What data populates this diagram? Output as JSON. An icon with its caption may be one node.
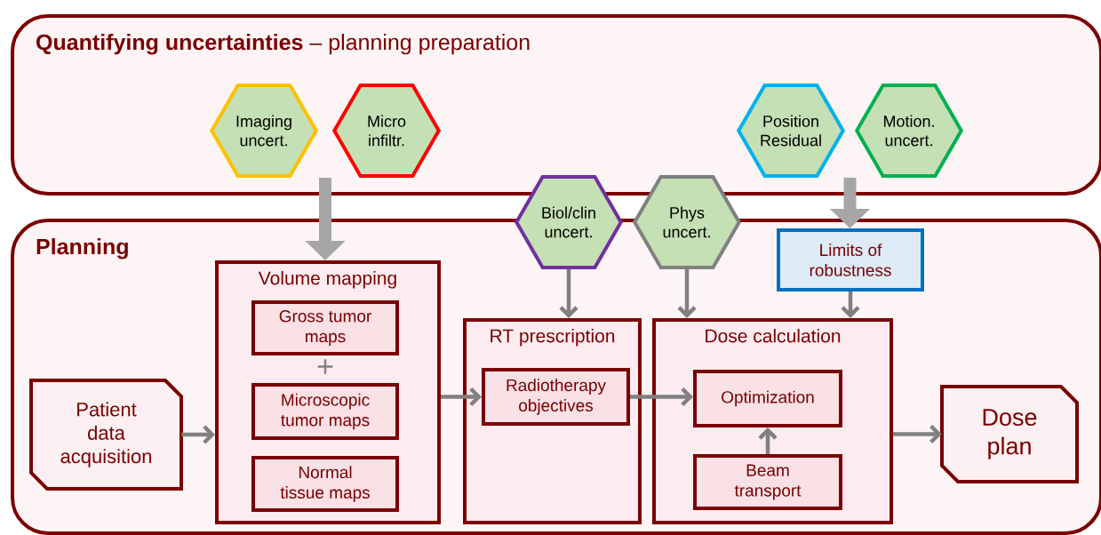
{
  "diagram": {
    "nodes": [
      {
        "text": [
          "**Quantifying uncertainties** – planning preparation"
        ]
      },
      {
        "text": [
          "Imaging uncert."
        ],
        "in": 0
      },
      {
        "text": [
          "Micro infiltr."
        ],
        "in": 0
      },
      {
        "text": [
          "Position Residual"
        ],
        "in": 0
      },
      {
        "text": [
          "Motion. uncert."
        ],
        "in": 0
      },
      {
        "text": [
          "Planning"
        ]
      },
      {
        "text": [
          "Biol/clin uncert."
        ]
      },
      {
        "text": [
          "Phys uncert."
        ]
      },
      {
        "text": [
          "Limits of robustness"
        ],
        "in": 5
      },
      {
        "text": [
          "Patient data acquisition"
        ],
        "in": 5
      },
      {
        "text": [
          "Volume mapping"
        ],
        "in": 5
      },
      {
        "text": [
          "Gross tumor maps"
        ],
        "in": 10
      },
      {
        "text": [
          "Microscopic tumor maps"
        ],
        "in": 10
      },
      {
        "text": [
          "Normal tissue maps"
        ],
        "in": 10
      },
      {
        "text": [
          "RT prescription"
        ],
        "in": 5
      },
      {
        "text": [
          "Radiotherapy objectives"
        ],
        "in": 14
      },
      {
        "text": [
          "Dose calculation"
        ],
        "in": 5
      },
      {
        "text": [
          "Optimization"
        ],
        "in": 16
      },
      {
        "text": [
          "Beam transport"
        ],
        "in": 16
      },
      {
        "text": [
          "Dose plan"
        ],
        "in": 5
      }
    ],
    "edges": [
      {
        "from": 1,
        "to": 10,
        "arrow": "to",
        "style": "thick"
      },
      {
        "from": 2,
        "to": 10,
        "arrow": "to",
        "style": "thick"
      },
      {
        "from": 3,
        "to": 8,
        "arrow": "to",
        "style": "thick"
      },
      {
        "from": 4,
        "to": 8,
        "arrow": "to",
        "style": "thick"
      },
      {
        "from": 6,
        "to": 14,
        "arrow": "to"
      },
      {
        "from": 7,
        "to": 16,
        "arrow": "to"
      },
      {
        "from": 8,
        "to": 16,
        "arrow": "to"
      },
      {
        "from": 9,
        "to": 10,
        "arrow": "to"
      },
      {
        "from": 10,
        "to": 15,
        "arrow": "to"
      },
      {
        "from": 15,
        "to": 17,
        "arrow": "to"
      },
      {
        "from": 18,
        "to": 17,
        "arrow": "to"
      },
      {
        "from": 16,
        "to": 19,
        "arrow": "to"
      }
    ],
    "labels": [
      "+"
    ]
  }
}
